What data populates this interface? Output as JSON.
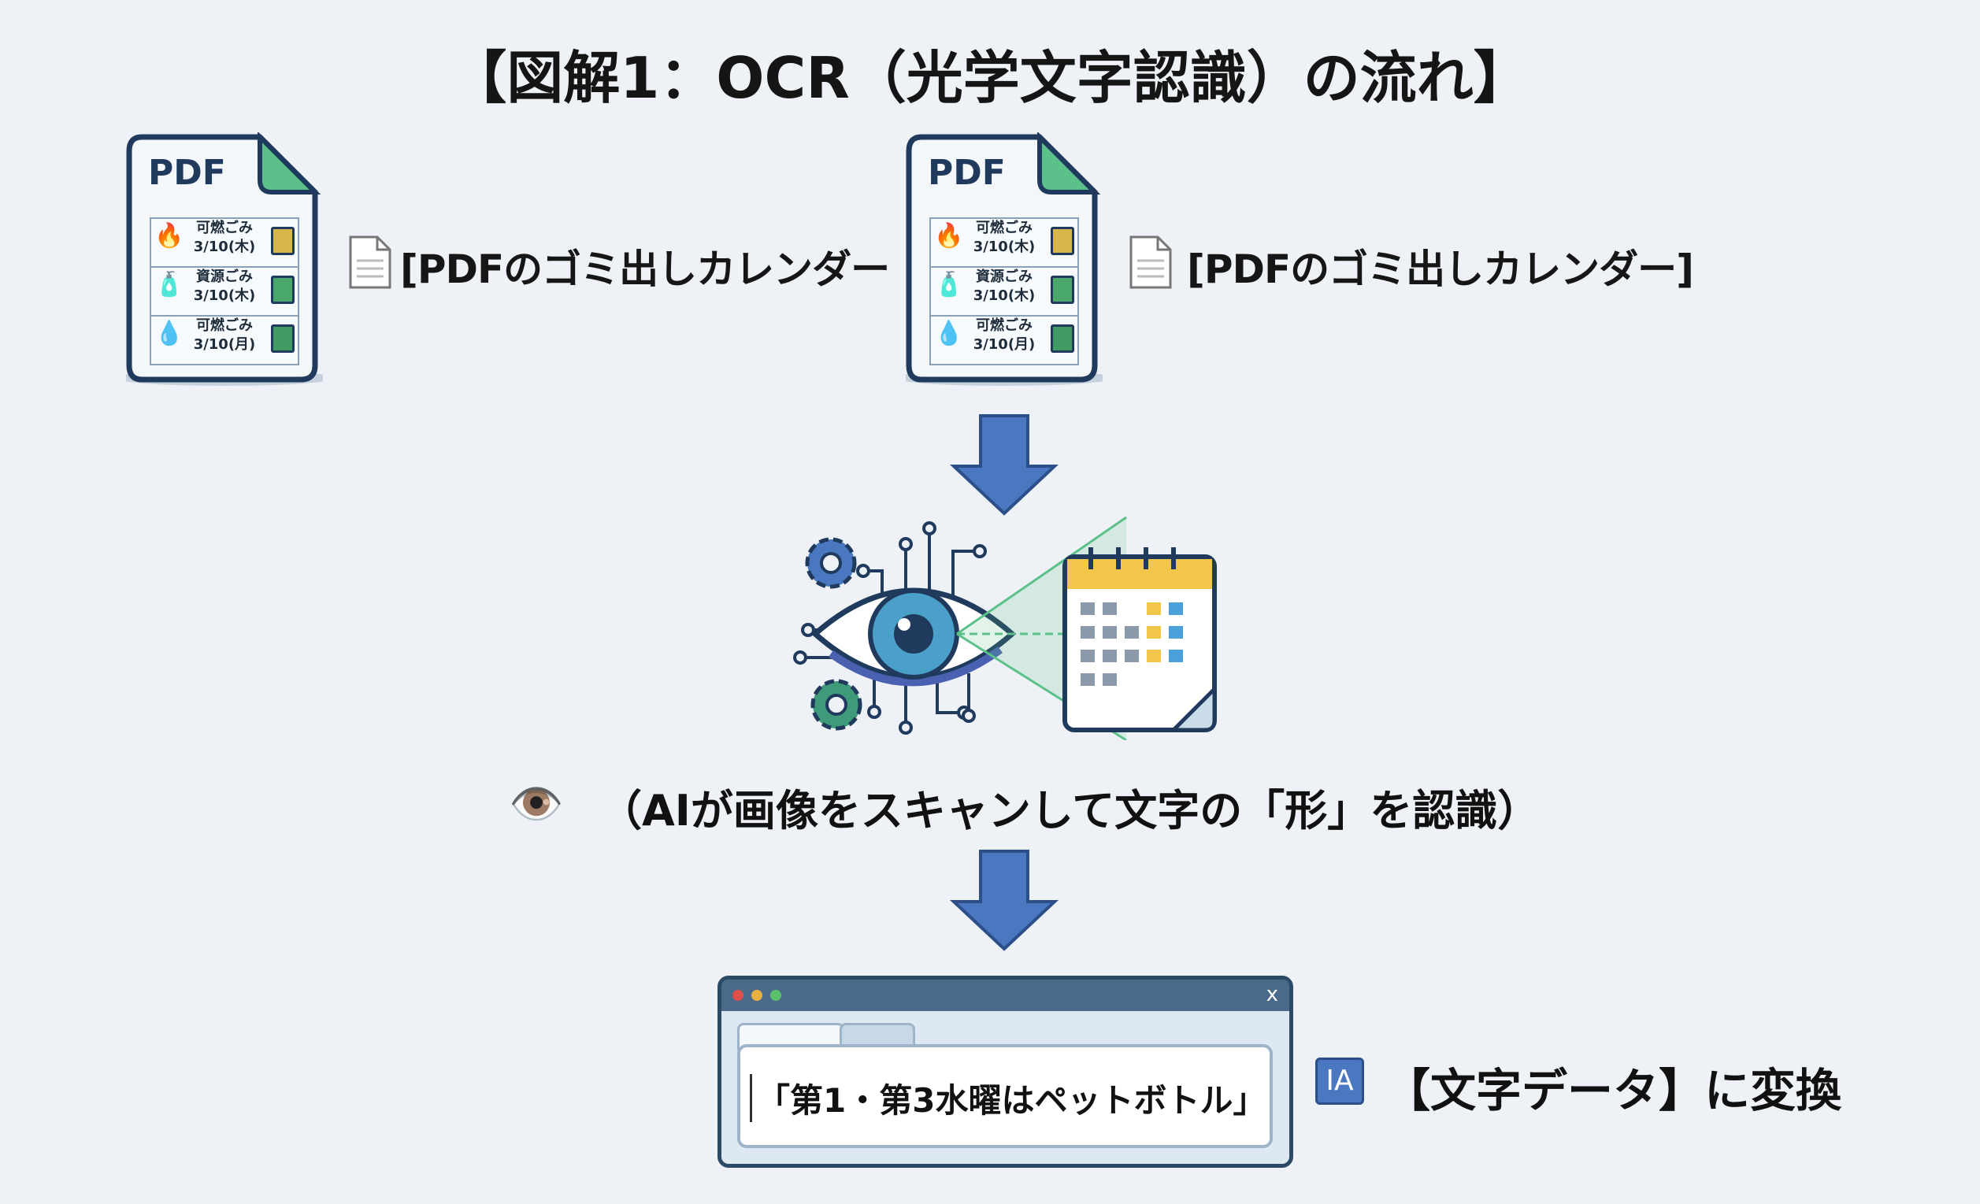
{
  "title": "【図解1：OCR（光学文字認識）の流れ】",
  "pdf_docs": [
    {
      "badge": "PDF",
      "rows": [
        {
          "type": "可燃ごみ",
          "date": "3/10(木)",
          "left_icon": "fire-icon",
          "right_icon": "trash-can-icon",
          "color": "#d9b64a"
        },
        {
          "type": "資源ごみ",
          "date": "3/10(木)",
          "left_icon": "bottle-icon",
          "right_icon": "recycle-icon",
          "color": "#4aa86a"
        },
        {
          "type": "可燃ごみ",
          "date": "3/10(月)",
          "left_icon": "water-bottle-icon",
          "right_icon": "trash-can-icon",
          "color": "#3f9a64"
        }
      ],
      "caption": "[PDFのゴミ出しカレンダー"
    },
    {
      "badge": "PDF",
      "rows": [
        {
          "type": "可燃ごみ",
          "date": "3/10(木)"
        },
        {
          "type": "資源ごみ",
          "date": "3/10(木)"
        },
        {
          "type": "可燃ごみ",
          "date": "3/10(月)"
        }
      ],
      "caption": "[PDFのゴミ出しカレンダー]"
    }
  ],
  "scan_caption": "（AIが画像をスキャンして文字の「形」を認識）",
  "scan_caption_icon": "eye-emoji",
  "output_window": {
    "text": "「第1・第3水曜はペットボトル」",
    "close": "x"
  },
  "output_label": "【文字データ】に変換",
  "output_icon_text": "IA",
  "colors": {
    "arrow": "#4a78c0",
    "dark": "#1f3a5c",
    "accent_green": "#5cc08a",
    "background": "#eef2f6"
  }
}
